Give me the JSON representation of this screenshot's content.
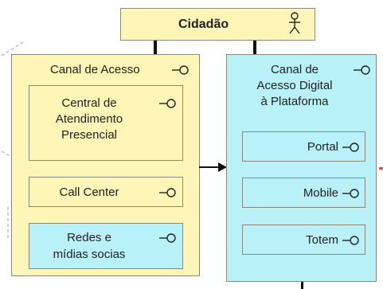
{
  "colors": {
    "business_yellow": "#fdf6b6",
    "digital_cyan": "#b8f1f7",
    "connector": "#111111",
    "guide_purple": "#c9b7e8"
  },
  "actor": {
    "label": "Cidadão",
    "icon": "actor-stick-figure-icon"
  },
  "groups": {
    "access_channel": {
      "label": "Canal de Acesso",
      "icon": "interface-lollipop-icon",
      "children": [
        {
          "line1": "Central de",
          "line2": "Atendimento",
          "line3": "Presencial"
        },
        {
          "label": "Call Center"
        },
        {
          "line1": "Redes e",
          "line2": "mídias socias"
        }
      ]
    },
    "digital_channel": {
      "line1": "Canal de",
      "line2": "Acesso Digital",
      "line3": "à Plataforma",
      "icon": "interface-lollipop-icon",
      "children": [
        {
          "label": "Portal"
        },
        {
          "label": "Mobile"
        },
        {
          "label": "Totem"
        }
      ]
    }
  }
}
